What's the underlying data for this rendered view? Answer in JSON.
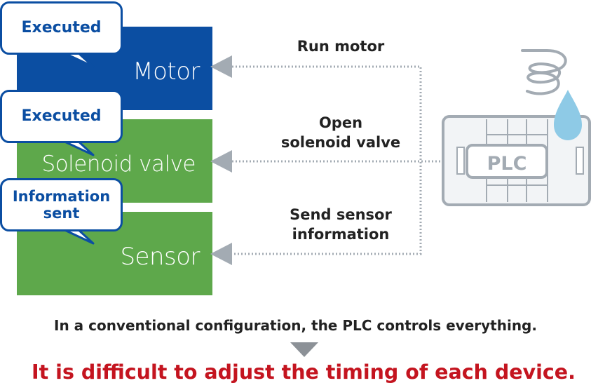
{
  "devices": {
    "motor": "Motor",
    "solenoid_valve": "Solenoid valve",
    "sensor": "Sensor"
  },
  "bubbles": {
    "motor": "Executed",
    "solenoid_valve": "Executed",
    "sensor_line1": "Information",
    "sensor_line2": "sent"
  },
  "commands": {
    "run_motor": "Run motor",
    "open_line1": "Open",
    "open_line2": "solenoid valve",
    "send_line1": "Send sensor",
    "send_line2": "information"
  },
  "plc": {
    "label": "PLC"
  },
  "footer": "In a conventional configuration, the PLC controls everything.",
  "conclusion": "It is difficult to adjust the timing of each device.",
  "colors": {
    "motor_blue": "#0b4ea2",
    "green": "#5ea84b",
    "gray": "#a3abb3",
    "water_drop": "#8ecae6",
    "conclusion_red": "#c4141f"
  },
  "icons": [
    "arrow-left-icon",
    "plc-icon",
    "coil-icon",
    "water-drop-icon",
    "triangle-down-icon"
  ]
}
